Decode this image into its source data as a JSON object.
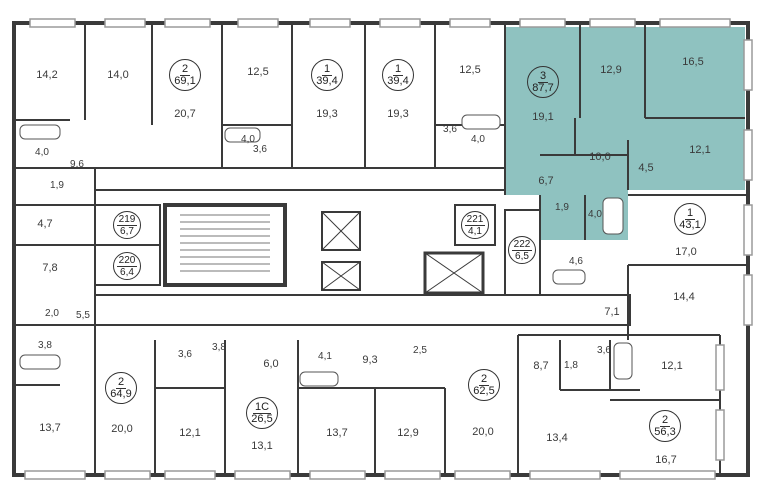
{
  "apartments": [
    {
      "id": "apt-2-69",
      "number": "2",
      "area": "69,1",
      "highlighted": false
    },
    {
      "id": "apt-1-39a",
      "number": "1",
      "area": "39,4",
      "highlighted": false
    },
    {
      "id": "apt-1-39b",
      "number": "1",
      "area": "39,4",
      "highlighted": false
    },
    {
      "id": "apt-3-87",
      "number": "3",
      "area": "87,7",
      "highlighted": true
    },
    {
      "id": "apt-1-43",
      "number": "1",
      "area": "43,1",
      "highlighted": false
    },
    {
      "id": "apt-2-64",
      "number": "2",
      "area": "64,9",
      "highlighted": false
    },
    {
      "id": "apt-1c-26",
      "number": "1С",
      "area": "26,5",
      "highlighted": false
    },
    {
      "id": "apt-2-62",
      "number": "2",
      "area": "62,5",
      "highlighted": false
    },
    {
      "id": "apt-2-56",
      "number": "2",
      "area": "56,3",
      "highlighted": false
    }
  ],
  "storage_units": [
    {
      "number": "219",
      "area": "6,7"
    },
    {
      "number": "220",
      "area": "6,4"
    },
    {
      "number": "221",
      "area": "4,1"
    },
    {
      "number": "222",
      "area": "6,5"
    }
  ],
  "room_areas": [
    "14,2",
    "14,0",
    "20,7",
    "12,5",
    "19,3",
    "19,3",
    "12,5",
    "12,9",
    "16,5",
    "19,1",
    "10,0",
    "12,1",
    "4,5",
    "6,7",
    "4,0",
    "9,6",
    "1,9",
    "4,7",
    "4,0",
    "3,6",
    "3,6",
    "4,0",
    "1,9",
    "4,0",
    "17,0",
    "14,4",
    "7,8",
    "4,6",
    "7,1",
    "2,0",
    "5,5",
    "3,8",
    "3,6",
    "3,8",
    "6,0",
    "4,1",
    "9,3",
    "2,5",
    "8,7",
    "1,8",
    "3,6",
    "12,1",
    "13,7",
    "20,0",
    "12,1",
    "13,1",
    "13,7",
    "12,9",
    "20,0",
    "13,4",
    "16,7"
  ],
  "colors": {
    "highlight": "#8fc2c0",
    "wall": "#3a3a3a",
    "window": "#9a9a9a"
  }
}
